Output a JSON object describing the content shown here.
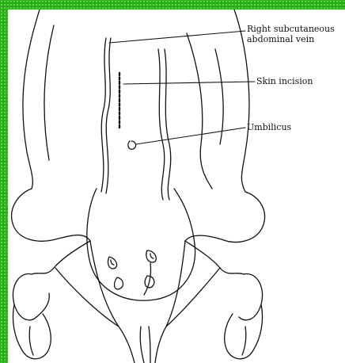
{
  "colors": {
    "frame": "#2fb31d",
    "background": "#ffffff",
    "ink": "#111111"
  },
  "labels": {
    "vein_line1": "Right subcutaneous",
    "vein_line2": "abdominal vein",
    "incision": "Skin incision",
    "umbilicus": "Umbilicus"
  }
}
